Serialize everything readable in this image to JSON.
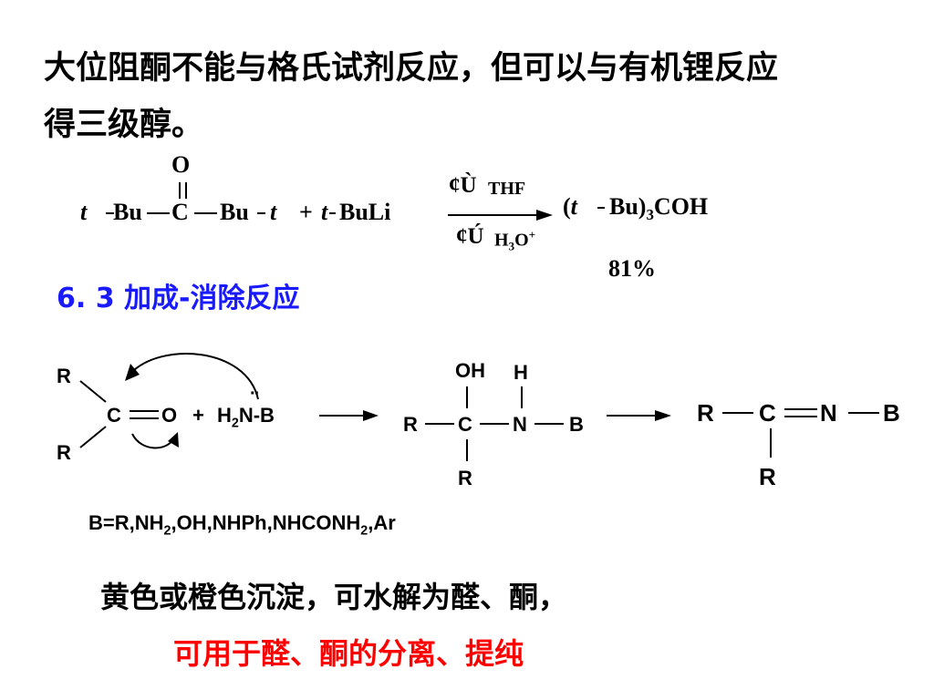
{
  "intro": {
    "line1": "大位阻酮不能与格氏试剂反应，但可以与有机锂反应",
    "line2": "得三级醇。"
  },
  "reaction1": {
    "o": "O",
    "t1": "t",
    "bu1": "Bu",
    "c": "C",
    "bu2": "Bu",
    "t2": "t",
    "plus": "+",
    "t3": "t",
    "buli": "BuLi",
    "step1_mark": "¢Ù",
    "step1_reagent": "THF",
    "step2_mark": "¢Ú",
    "step2_reagent_h": "H",
    "step2_reagent_sub": "3",
    "step2_reagent_o": "O",
    "step2_reagent_sup": "+",
    "product_paren": "(",
    "product_t": "t",
    "product_bu": "Bu)",
    "product_sub": "3",
    "product_rest": "COH",
    "yield": "81%"
  },
  "section": {
    "title": "6. 3  加成-消除反应"
  },
  "reaction2": {
    "r_top": "R",
    "r_bottom": "R",
    "c": "C",
    "o": "O",
    "plus": "+",
    "amine_h": "H",
    "amine_sub": "2",
    "amine_nb": "N-B",
    "lone_pair": "··",
    "int_oh": "OH",
    "int_h": "H",
    "int_r_left": "R",
    "int_c": "C",
    "int_n": "N",
    "int_b": "B",
    "int_r_bottom": "R",
    "prod_r": "R",
    "prod_c": "C",
    "prod_n": "N",
    "prod_b": "B",
    "prod_r_bottom": "R",
    "b_def_1": "B=R,NH",
    "b_def_sub1": "2",
    "b_def_2": ",OH,NHPh,NHCONH",
    "b_def_sub2": "2",
    "b_def_3": ",Ar"
  },
  "notes": {
    "line1": "黄色或橙色沉淀，可水解为醛、酮，",
    "line2": "可用于醛、酮的分离、提纯"
  },
  "colors": {
    "text": "#000000",
    "section": "#1a1aff",
    "highlight": "#ff0000"
  }
}
